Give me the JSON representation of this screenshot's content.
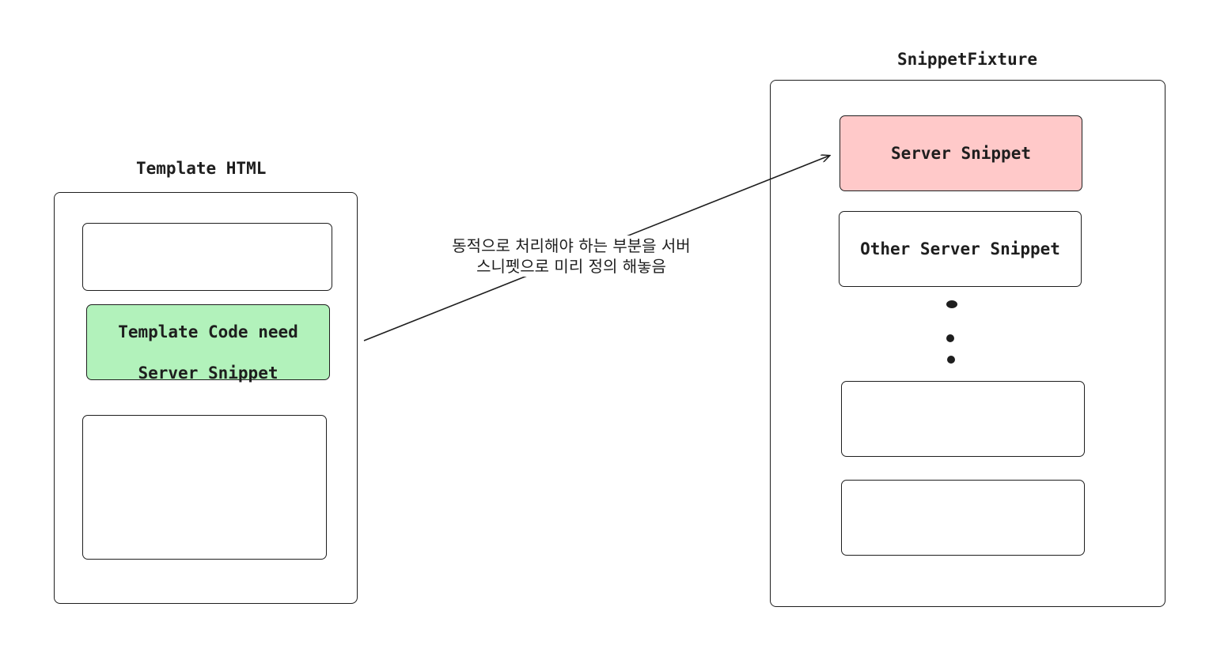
{
  "template_html": {
    "title": "Template HTML",
    "highlighted_box": {
      "label_line1": "Template Code need",
      "label_line2": "Server Snippet",
      "fill": "#b2f2bb"
    }
  },
  "snippet_fixture": {
    "title": "SnippetFixture",
    "server_snippet": {
      "label": "Server Snippet",
      "fill": "#ffc9c9"
    },
    "other_server_snippet": {
      "label": "Other Server Snippet"
    }
  },
  "arrow_annotation": {
    "line1": "동적으로 처리해야 하는 부분을 서버",
    "line2": "스니펫으로 미리 정의 해놓음"
  },
  "colors": {
    "stroke": "#1e1e1e",
    "green": "#b2f2bb",
    "red": "#ffc9c9"
  }
}
